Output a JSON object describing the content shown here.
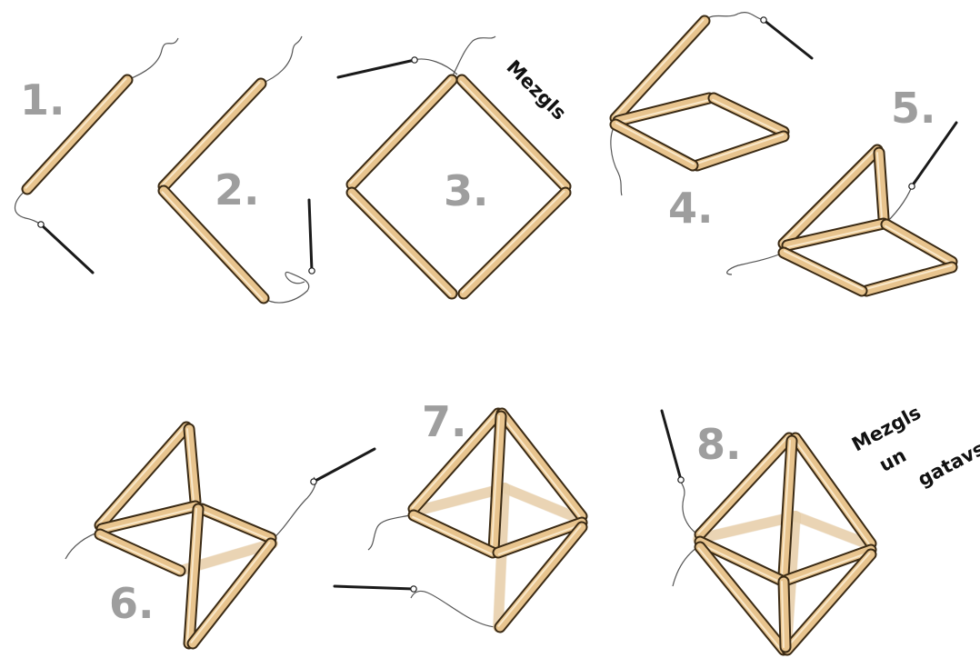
{
  "steps": [
    {
      "label": "1."
    },
    {
      "label": "2."
    },
    {
      "label": "3."
    },
    {
      "label": "4."
    },
    {
      "label": "5."
    },
    {
      "label": "6."
    },
    {
      "label": "7."
    },
    {
      "label": "8."
    }
  ],
  "notes": {
    "knot": "Mezgls",
    "done_line1": "Mezgls",
    "done_line2": "un",
    "done_line3": "gatavs!"
  },
  "colors": {
    "straw_fill": "#e8c48e",
    "straw_outline": "#3a2a14",
    "straw_ghost": "#f1dcbd",
    "thread": "#555555",
    "needle": "#1a1a1a",
    "label": "#9e9e9e"
  }
}
